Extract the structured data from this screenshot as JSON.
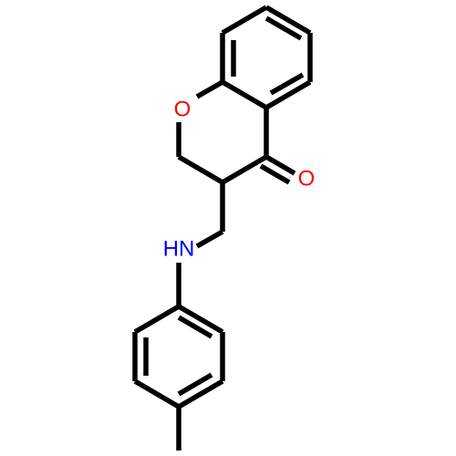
{
  "molecule": {
    "atoms": {
      "oxygen_ring": {
        "symbol": "O",
        "color": "#ff0000"
      },
      "oxygen_carbonyl": {
        "symbol": "O",
        "color": "#ff0000"
      },
      "nitrogen_amine": {
        "symbol": "HN",
        "color": "#0000ff"
      }
    },
    "bond_color": "#000000",
    "background_color": "#ffffff"
  }
}
